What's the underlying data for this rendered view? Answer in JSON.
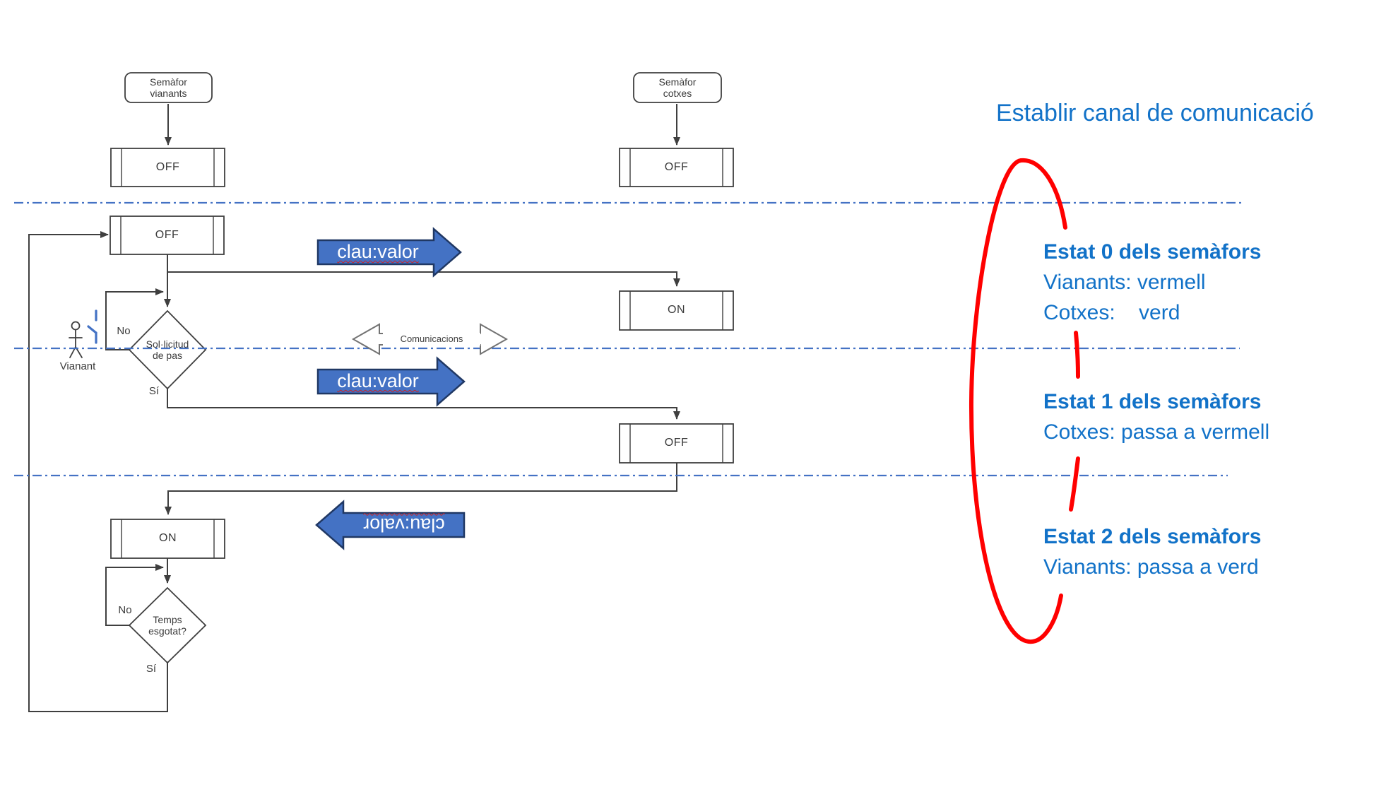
{
  "title": "Establir canal de comunicació",
  "colors": {
    "annotation_blue": "#1272c8",
    "arrow_fill_blue": "#4472c4",
    "arrow_stroke_navy": "#203864",
    "dashed_line_blue": "#4472c4",
    "red_highlight": "#ff0000",
    "flow_line_gray": "#3f3f3f"
  },
  "flowchart": {
    "pedestrian_header": "Semàfor\nvianants",
    "cars_header": "Semàfor\ncotxes",
    "boxes": {
      "ped_off_initial": "OFF",
      "cars_off_initial": "OFF",
      "ped_off_wait": "OFF",
      "cars_on": "ON",
      "cars_off": "OFF",
      "ped_on": "ON"
    },
    "decisions": {
      "request": "Sol·licitud\nde pas",
      "timeout": "Temps\nesgotat?"
    },
    "branch_labels": {
      "no1": "No",
      "yes1": "Sí",
      "no2": "No",
      "yes2": "Sí"
    },
    "actor_label": "Vianant",
    "comm_label": "Comunicacions",
    "message_label_1": "clau:valor",
    "message_label_2": "clau:valor",
    "message_label_3": "clau:valor"
  },
  "annotations": {
    "states": [
      {
        "heading": "Estat 0 dels semàfors",
        "line1": "Vianants: vermell",
        "line2": "Cotxes:    verd"
      },
      {
        "heading": "Estat 1 dels semàfors",
        "line1": "Cotxes: passa a vermell"
      },
      {
        "heading": "Estat 2 dels semàfors",
        "line1": "Vianants: passa a verd"
      }
    ]
  }
}
